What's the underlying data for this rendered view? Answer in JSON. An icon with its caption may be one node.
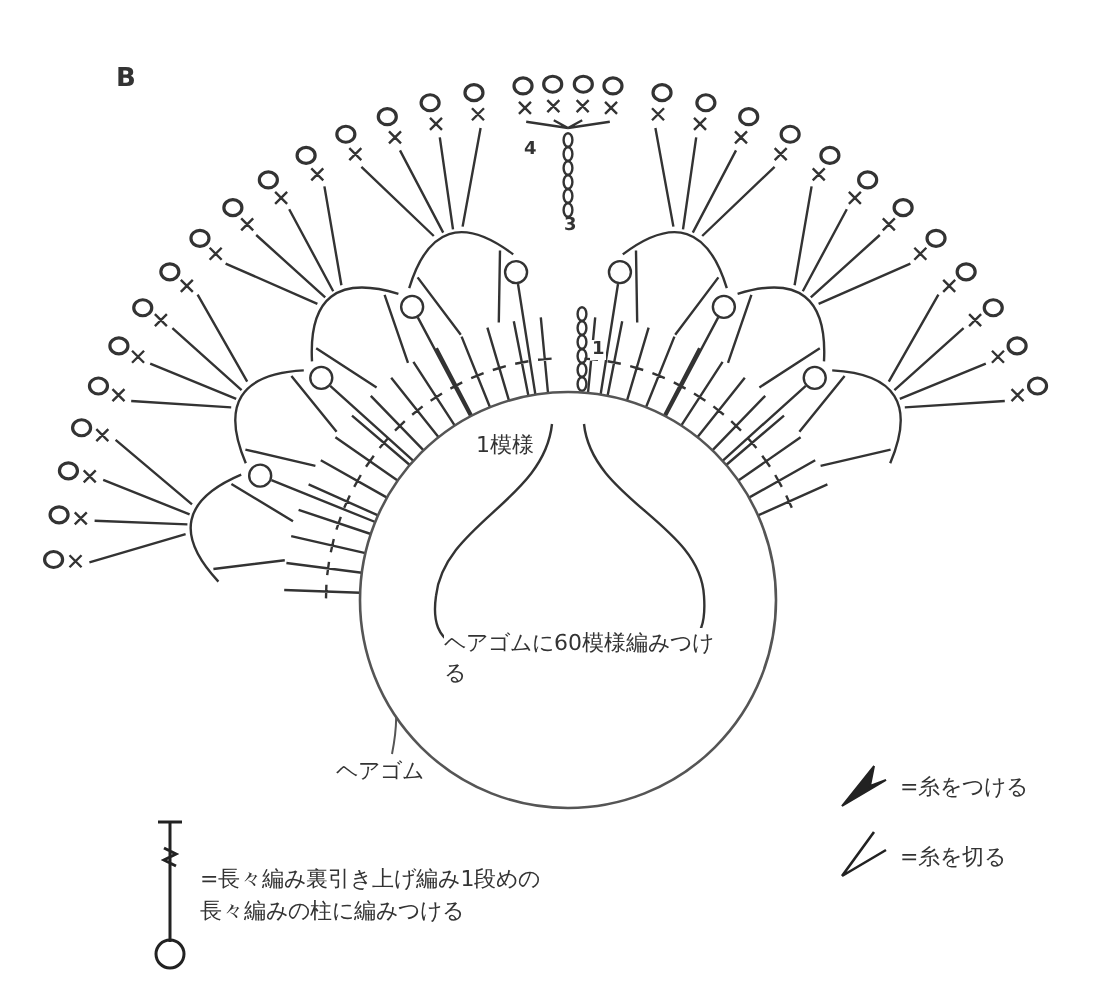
{
  "diagram": {
    "nodes": [
      {
        "text": [
          "ヘアゴム"
        ]
      },
      {
        "text": [],
        "shape": "circle"
      }
    ],
    "edges": [
      {
        "from": 0,
        "to": 1,
        "arrow": "none"
      }
    ],
    "labels": [
      "B",
      "4",
      "3",
      "1",
      "1模様",
      "ヘアゴムに60模様編みつける"
    ],
    "legend": [
      {
        "text": "=糸をつける"
      },
      {
        "text": "=糸を切る"
      },
      {
        "text": "=長々編み裏引き上げ編み1段めの長々編みの柱に編みつける"
      }
    ]
  }
}
